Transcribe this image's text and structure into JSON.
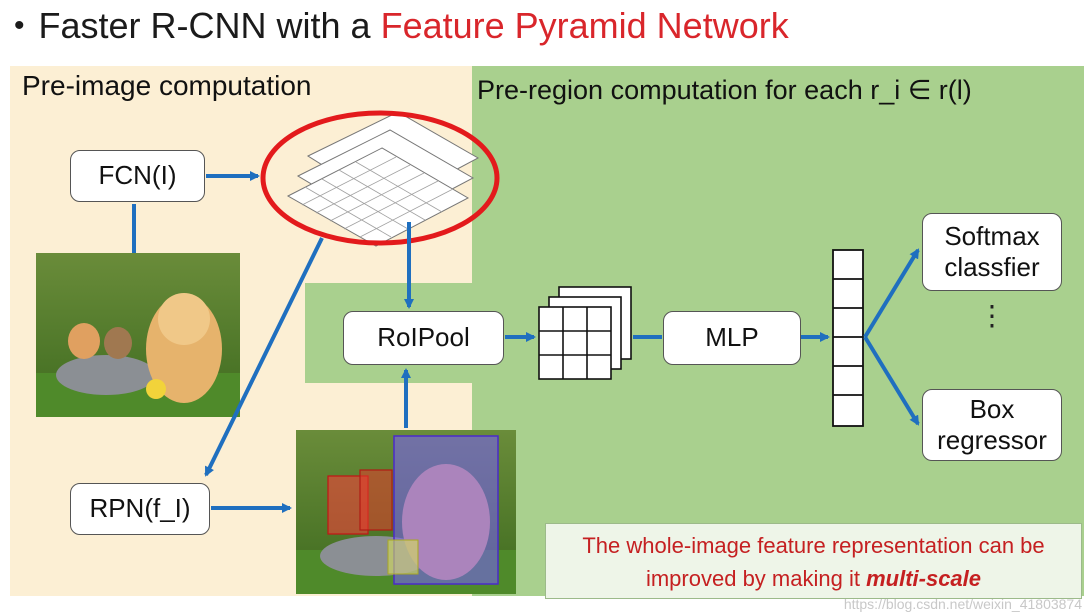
{
  "title": {
    "bullet": "•",
    "prefix": "Faster R-CNN with a",
    "highlight": "Feature Pyramid Network"
  },
  "sections": {
    "pre_image": "Pre-image computation",
    "pre_region": "Pre-region computation for each r_i ∈ r(l)"
  },
  "boxes": {
    "fcn": "FCN(I)",
    "rpn": "RPN(f_I)",
    "roipool": "RoIPool",
    "mlp": "MLP",
    "softmax_line1": "Softmax",
    "softmax_line2": "classfier",
    "box_line1": "Box",
    "box_line2": "regressor"
  },
  "vdots": "⋮",
  "note": {
    "line1": "The whole-image feature representation can be",
    "line2_prefix": "improved by making it",
    "line2_emph": "multi-scale"
  },
  "watermark": "https://blog.csdn.net/weixin_41803874",
  "colors": {
    "pre_image_bg": "#fcefd4",
    "pre_region_bg": "#a9d08e",
    "arrow": "#1f6fbf",
    "highlight_ring": "#e31a1c",
    "title_accent": "#d9262b"
  },
  "images": {
    "puppy_photo": "puppy-and-kittens-photo",
    "puppy_boxes": "puppy-with-region-proposals-photo"
  }
}
